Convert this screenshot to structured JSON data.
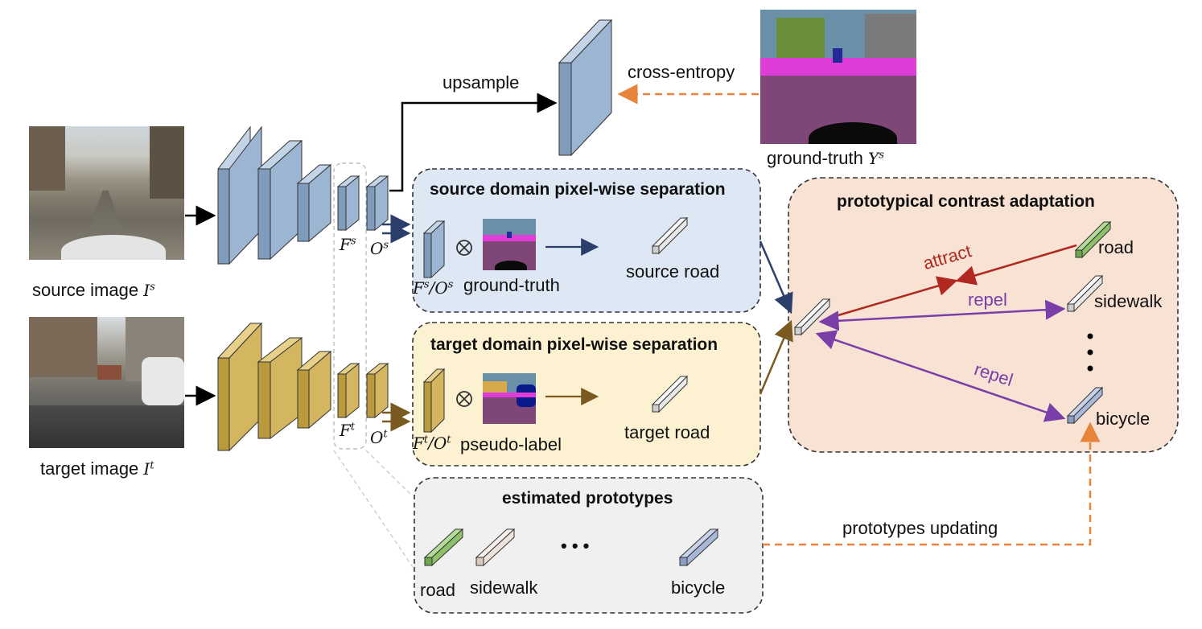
{
  "inputs": {
    "source_label": "source image",
    "source_symbol": "I",
    "source_sup": "s",
    "target_label": "target image",
    "target_symbol": "I",
    "target_sup": "t"
  },
  "features": {
    "fs_symbol": "F",
    "fs_sup": "s",
    "os_symbol": "O",
    "os_sup": "s",
    "ft_symbol": "F",
    "ft_sup": "t",
    "ot_symbol": "O",
    "ot_sup": "t"
  },
  "upsample_label": "upsample",
  "cross_entropy_label": "cross-entropy",
  "ground_truth_label": "ground-truth",
  "ground_truth_symbol": "Y",
  "ground_truth_sup": "s",
  "source_box": {
    "title": "source domain pixel-wise separation",
    "feature_symbol": "F",
    "feature_sup": "s",
    "slash": "/",
    "output_symbol": "O",
    "output_sup": "s",
    "mask_label": "ground-truth",
    "result_label": "source road",
    "color": "#dde8f4"
  },
  "target_box": {
    "title": "target domain pixel-wise separation",
    "feature_symbol": "F",
    "feature_sup": "t",
    "slash": "/",
    "output_symbol": "O",
    "output_sup": "t",
    "mask_label": "pseudo-label",
    "result_label": "target road",
    "color": "#fcf1d0"
  },
  "prototypes_box": {
    "title": "estimated prototypes",
    "items": [
      "road",
      "sidewalk",
      "bicycle"
    ],
    "ellipsis": "• • •",
    "color": "#f0f0f0"
  },
  "contrast_box": {
    "title": "prototypical contrast adaptation",
    "classes": [
      "road",
      "sidewalk",
      "bicycle"
    ],
    "attract_label": "attract",
    "repel_label": "repel",
    "repel_label_2": "repel",
    "color": "#f8e2d4"
  },
  "updating_label": "prototypes updating",
  "colors": {
    "source_net": "#9bb5d2",
    "target_net": "#d4b560",
    "attract": "#b0281f",
    "repel": "#7a3ea8",
    "orange_dash": "#e8843a",
    "source_arrow": "#2c3e6b",
    "target_arrow": "#7a5a20",
    "road_proto": "#8dc26b",
    "sidewalk_proto": "#eee3dc",
    "bicycle_proto": "#a9b8d8"
  }
}
